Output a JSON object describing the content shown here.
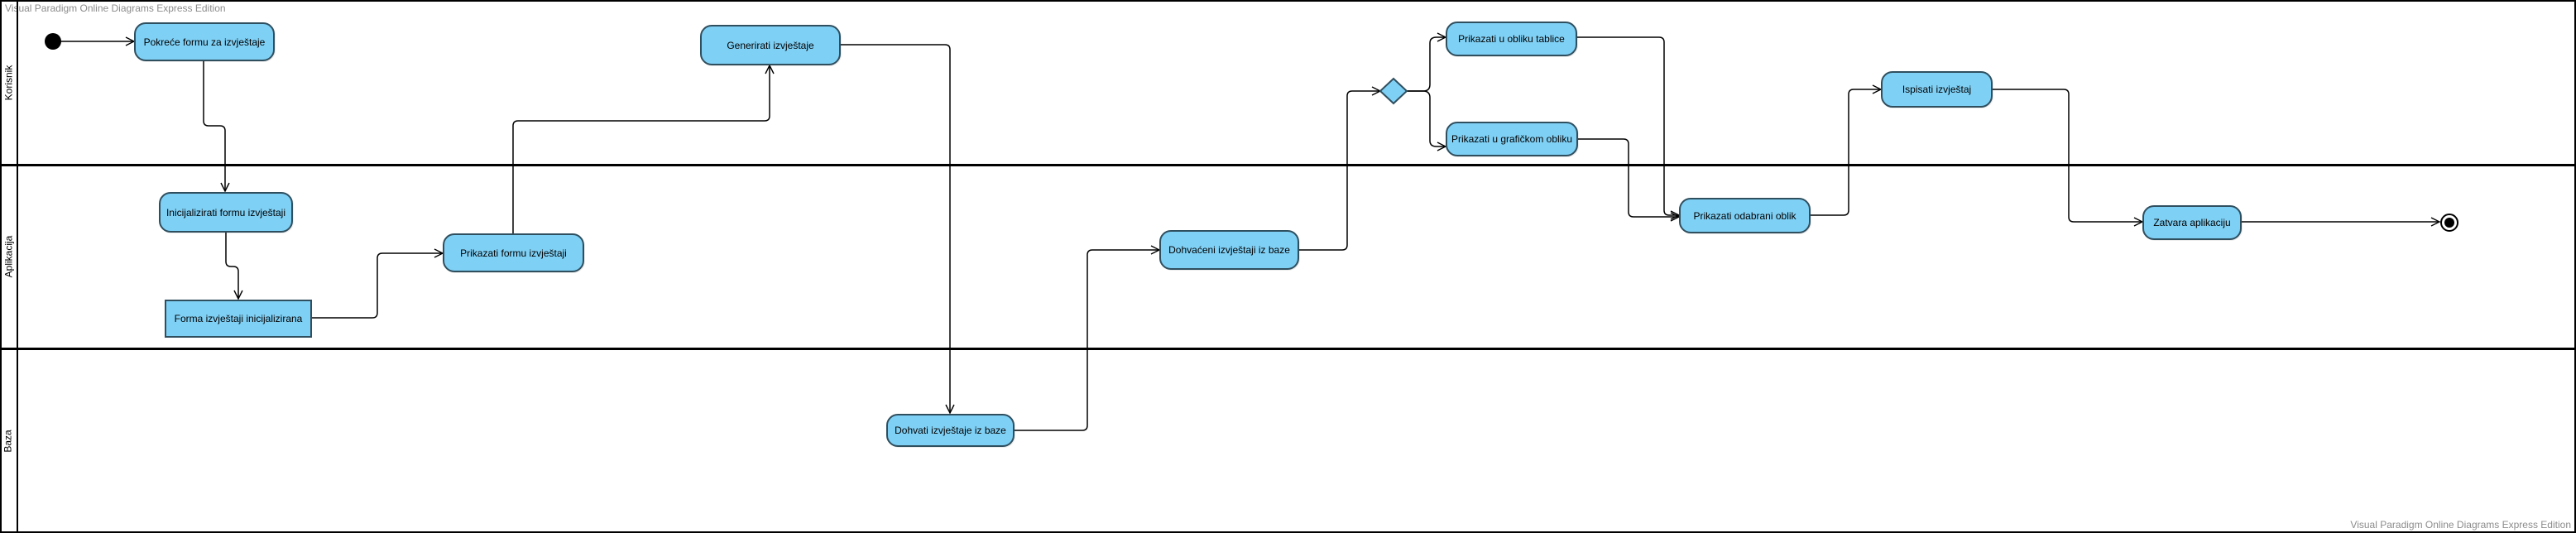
{
  "watermark": {
    "top": "Visual Paradigm Online Diagrams Express Edition",
    "bottom": "Visual Paradigm Online Diagrams Express Edition"
  },
  "lanes": [
    {
      "label": "Korisnik"
    },
    {
      "label": "Aplikacija"
    },
    {
      "label": "Baza"
    }
  ],
  "nodes": {
    "pokrece": "Pokreće formu za izvještaje",
    "inicijalizirati": "Inicijalizirati formu izvještaji",
    "forma": "Forma izvještaji inicijalizirana",
    "prikazati_formu": "Prikazati formu izvještaji",
    "generirati": "Generirati izvještaje",
    "dohvati": "Dohvati izvještaje iz baze",
    "dohvaceni": "Dohvaćeni izvještaji iz baze",
    "tablica": "Prikazati u obliku tablice",
    "graficki": "Prikazati u grafičkom obliku",
    "odabrani": "Prikazati odabrani oblik",
    "ispisati": "Ispisati izvještaj",
    "zatvara": "Zatvara aplikaciju"
  },
  "colors": {
    "action_fill": "#7fd0f5",
    "action_border": "#2f4f5f",
    "line": "#000000",
    "watermark": "#8c8c8c"
  }
}
